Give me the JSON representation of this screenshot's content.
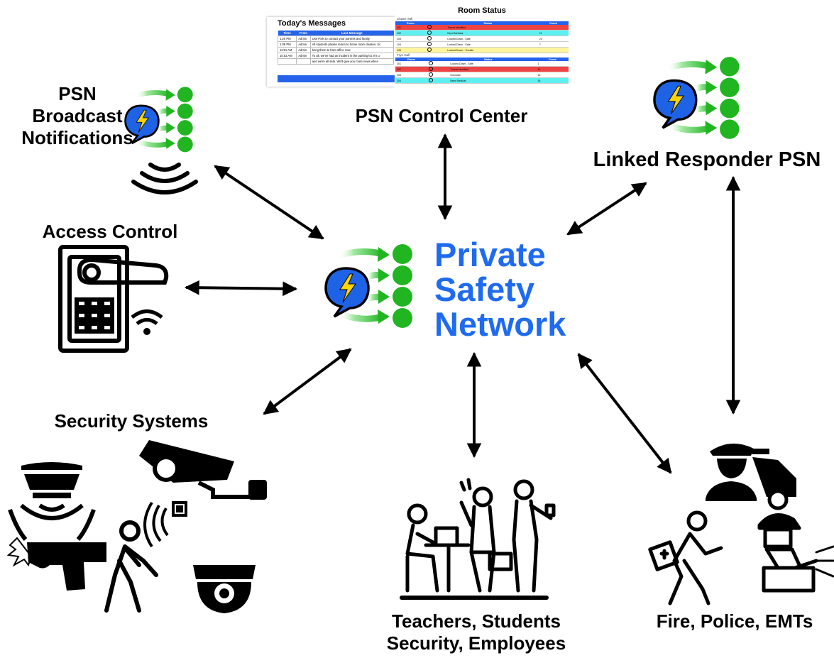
{
  "labels": {
    "psn_broadcast": [
      "PSN",
      "Broadcast",
      "Notifications"
    ],
    "control_center": "PSN Control Center",
    "linked_psn": "Linked Responder PSN",
    "access_control": "Access Control",
    "security_systems": "Security Systems",
    "people": [
      "Teachers, Students",
      "Security, Employees"
    ],
    "responders": "Fire, Police, EMTs",
    "center": [
      "Private",
      "Safety",
      "Network"
    ]
  },
  "messages_panel": {
    "title": "Today's Messages",
    "headers": [
      "Time",
      "From",
      "Last Message"
    ],
    "rows": [
      [
        "1:20 PM",
        "Admin",
        "Use PSN to contact your parents and family"
      ],
      [
        "1:08 PM",
        "Admin",
        "All students please return to home room classes. Sc"
      ],
      [
        "11:51 AM",
        "Admin",
        "bring them to front office now"
      ],
      [
        "10:03 AM",
        "Admin",
        "To all, we've had an incident in the parking lot. It's u"
      ],
      [
        "",
        "",
        "and we're all safe. We'll give you more news when"
      ]
    ]
  },
  "room_status": {
    "title": "Room Status",
    "halls": [
      {
        "name": "Chase Hall",
        "headers": [
          "Room",
          "",
          "Status",
          "",
          "Count"
        ],
        "rows": [
          {
            "room": "101",
            "status": "Threat Identified",
            "count": "",
            "color": "red"
          },
          {
            "room": "102",
            "status": "Need Medical",
            "count": "11",
            "color": "cyan"
          },
          {
            "room": "103",
            "status": "Locked Down - Safe",
            "count": "22",
            "color": "white"
          },
          {
            "room": "104",
            "status": "Locked Down - Safe",
            "count": "7",
            "color": "white"
          },
          {
            "room": "105",
            "status": "Locked Down - Trouble",
            "count": "",
            "color": "yellow"
          }
        ]
      },
      {
        "name": "Frye Hall",
        "headers": [
          "Room",
          "",
          "Status",
          "",
          "Count"
        ],
        "rows": [
          {
            "room": "201",
            "status": "Locked Down - Safe",
            "count": "1",
            "color": "white"
          },
          {
            "room": "202",
            "status": "Threat Identified",
            "count": "16",
            "color": "red"
          },
          {
            "room": "203",
            "status": "Unknown",
            "count": "15",
            "color": "white"
          },
          {
            "room": "204",
            "status": "Need Medical",
            "count": "18",
            "color": "cyan"
          }
        ]
      }
    ]
  },
  "colors": {
    "network_blue": "#1f6bf0",
    "green": "#22b522",
    "bubble_blue": "#1e63e6",
    "bolt_yellow": "#ffd400",
    "status_red": "#ef4444",
    "status_cyan": "#5ef0f0",
    "status_yellow": "#fff59d"
  },
  "icons": [
    "psn-broadcast-icon",
    "psn-logo-icon",
    "linked-psn-icon",
    "door-lock-keypad-icon",
    "alarm-siren-icon",
    "handgun-icon",
    "security-camera-icon",
    "dome-camera-icon",
    "walking-person-icon",
    "people-group-icon",
    "police-officer-icon",
    "paramedic-icon",
    "firefighter-icon"
  ]
}
